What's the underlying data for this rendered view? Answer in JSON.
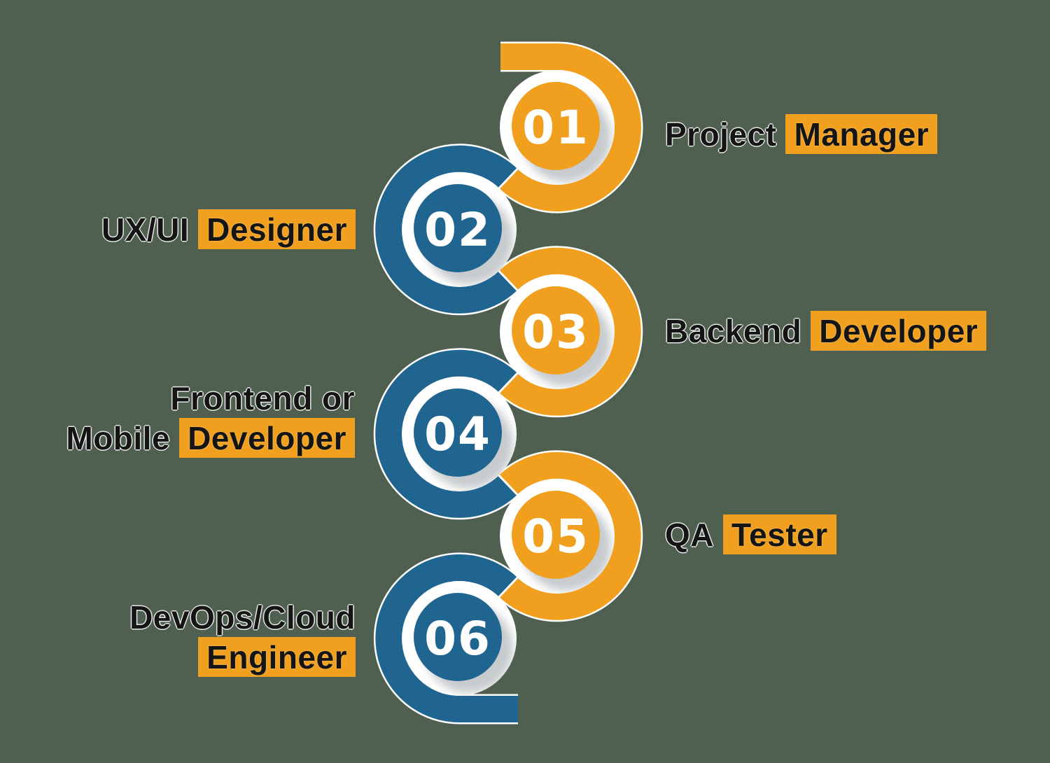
{
  "colors": {
    "orange": "#F0A01E",
    "blue": "#1F6590",
    "background": "#4F5F50",
    "label_text": "#151515",
    "number_text": "#FFFFFF"
  },
  "items": [
    {
      "number": "01",
      "side": "right",
      "color": "orange",
      "lines": [
        [
          {
            "text": "Project",
            "highlight": false
          },
          {
            "text": "Manager",
            "highlight": true
          }
        ]
      ]
    },
    {
      "number": "02",
      "side": "left",
      "color": "blue",
      "lines": [
        [
          {
            "text": "UX/UI",
            "highlight": false
          },
          {
            "text": "Designer",
            "highlight": true
          }
        ]
      ]
    },
    {
      "number": "03",
      "side": "right",
      "color": "orange",
      "lines": [
        [
          {
            "text": "Backend",
            "highlight": false
          },
          {
            "text": "Developer",
            "highlight": true
          }
        ]
      ]
    },
    {
      "number": "04",
      "side": "left",
      "color": "blue",
      "lines": [
        [
          {
            "text": "Frontend or",
            "highlight": false
          }
        ],
        [
          {
            "text": "Mobile",
            "highlight": false
          },
          {
            "text": "Developer",
            "highlight": true
          }
        ]
      ]
    },
    {
      "number": "05",
      "side": "right",
      "color": "orange",
      "lines": [
        [
          {
            "text": "QA",
            "highlight": false
          },
          {
            "text": "Tester",
            "highlight": true
          }
        ]
      ]
    },
    {
      "number": "06",
      "side": "left",
      "color": "blue",
      "lines": [
        [
          {
            "text": "DevOps/Cloud",
            "highlight": false
          }
        ],
        [
          {
            "text": "Engineer",
            "highlight": true
          }
        ]
      ]
    }
  ]
}
